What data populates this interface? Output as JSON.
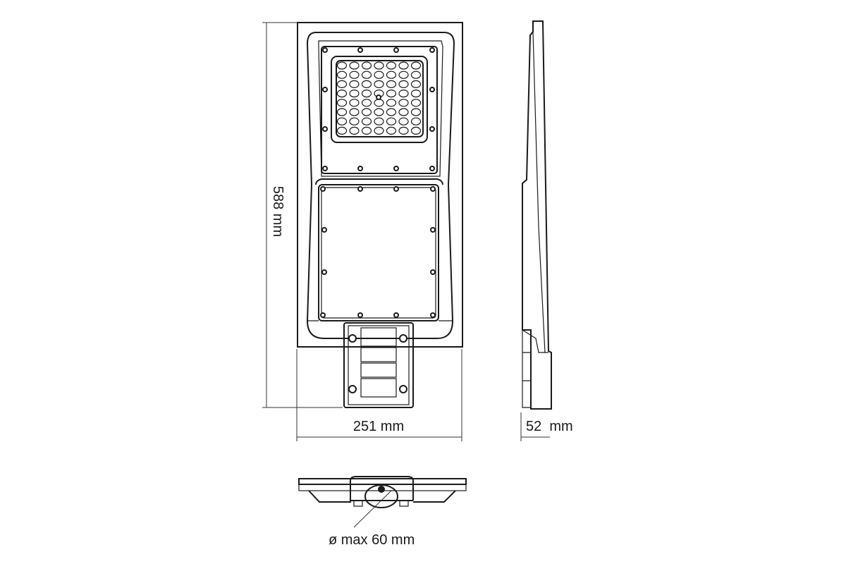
{
  "dimensions": {
    "height": "588 mm",
    "width": "251 mm",
    "depth": "52  mm",
    "pole_diameter": "ø max 60 mm"
  },
  "led_grid": {
    "columns": 7,
    "rows": 8
  }
}
